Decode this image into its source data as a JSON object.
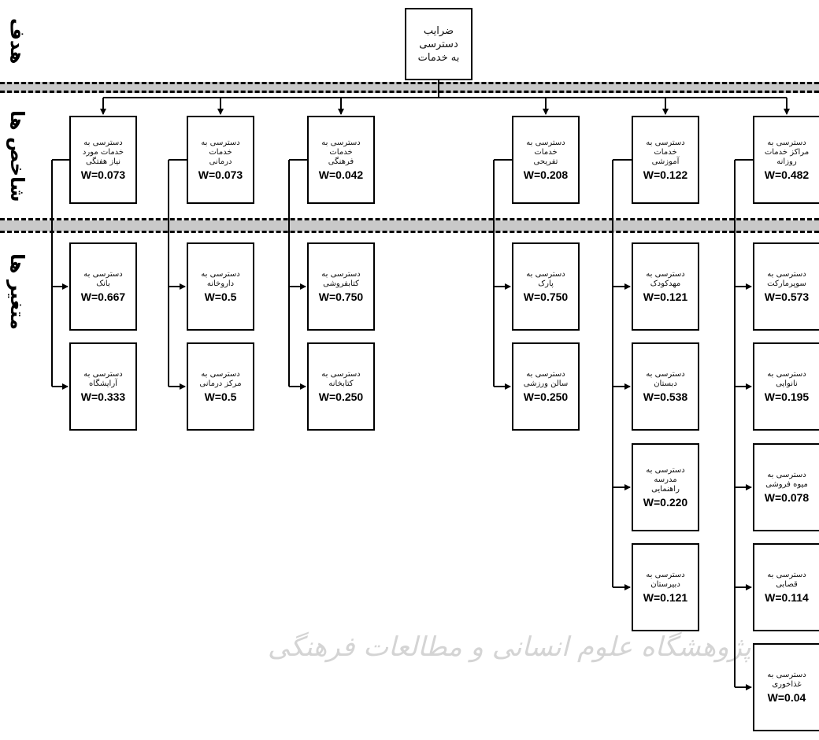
{
  "side_labels": {
    "goal": "هدف",
    "indicators": "شاخص ها",
    "variables": "متغیر ها"
  },
  "goal": {
    "label": "ضرایب\nدسترسی\nبه خدمات"
  },
  "indicators": [
    {
      "label": "دسترسی به\nمراکز خدمات\nروزانه",
      "weight": "W=0.482"
    },
    {
      "label": "دسترسی به\nخدمات\nآموزشی",
      "weight": "W=0.122"
    },
    {
      "label": "دسترسی به\nخدمات\nتفریحی",
      "weight": "W=0.208"
    },
    {
      "label": "دسترسی به\nخدمات\nفرهنگی",
      "weight": "W=0.042"
    },
    {
      "label": "دسترسی به\nخدمات\nدرمانی",
      "weight": "W=0.073"
    },
    {
      "label": "دسترسی به\nخدمات مورد\nنیاز هفتگی",
      "weight": "W=0.073"
    }
  ],
  "variables": [
    [
      {
        "label": "دسترسی به\nسوپرمارکت",
        "weight": "W=0.573"
      },
      {
        "label": "دسترسی به\nنانوایی",
        "weight": "W=0.195"
      },
      {
        "label": "دسترسی به\nمیوه فروشی",
        "weight": "W=0.078"
      },
      {
        "label": "دسترسی به\nقصابی",
        "weight": "W=0.114"
      },
      {
        "label": "دسترسی به\nغذاخوری",
        "weight": "W=0.04"
      }
    ],
    [
      {
        "label": "دسترسی به\nمهدکودک",
        "weight": "W=0.121"
      },
      {
        "label": "دسترسی به\nدبستان",
        "weight": "W=0.538"
      },
      {
        "label": "دسترسی به\nمدرسه\nراهنمایی",
        "weight": "W=0.220"
      },
      {
        "label": "دسترسی به\nدبیرستان",
        "weight": "W=0.121"
      }
    ],
    [
      {
        "label": "دسترسی به\nپارک",
        "weight": "W=0.750"
      },
      {
        "label": "دسترسی به\nسالن ورزشی",
        "weight": "W=0.250"
      }
    ],
    [
      {
        "label": "دسترسی به\nکتابفروشی",
        "weight": "W=0.750"
      },
      {
        "label": "دسترسی به\nکتابخانه",
        "weight": "W=0.250"
      }
    ],
    [
      {
        "label": "دسترسی به\nداروخانه",
        "weight": "W=0.5"
      },
      {
        "label": "دسترسی به\nمرکز درمانی",
        "weight": "W=0.5"
      }
    ],
    [
      {
        "label": "دسترسی به\nبانک",
        "weight": "W=0.667"
      },
      {
        "label": "دسترسی به\nآرایشگاه",
        "weight": "W=0.333"
      }
    ]
  ],
  "watermark": "پژوهشگاه علوم انسانی و مطالعات فرهنگی"
}
